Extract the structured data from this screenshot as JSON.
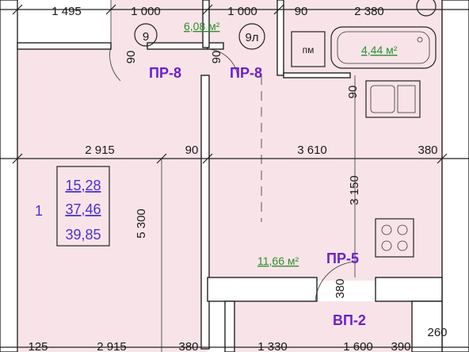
{
  "dimensions_top": [
    "1 495",
    "1 000",
    "1 000",
    "90",
    "2 380"
  ],
  "dimensions_mid": [
    "2 915",
    "90",
    "3 610",
    "380"
  ],
  "dimensions_bottom": [
    "125",
    "2 915",
    "380",
    "1 330",
    "1 600",
    "390"
  ],
  "dimensions_vertical": [
    "90",
    "90",
    "90",
    "5 300",
    "3 150",
    "380"
  ],
  "dimension_right_bottom": "260",
  "room_markers": [
    "9",
    "9л"
  ],
  "bathroom_label": "пм",
  "areas": {
    "bath": "6,08 м²",
    "toilet": "4,44 м²",
    "kitchen": "11,66 м²"
  },
  "doors": [
    "ПР-8",
    "ПР-8",
    "ПР-5",
    "ВП-2"
  ],
  "apartment": {
    "number": "1",
    "living_area": "15,28",
    "total_area": "37,46",
    "area_with_balcony": "39,85"
  },
  "colors": {
    "room_fill": "#f8e4e8",
    "label_purple": "#4b2fd1",
    "door_purple": "#6a1fd0",
    "area_green": "#2f8f2f"
  }
}
